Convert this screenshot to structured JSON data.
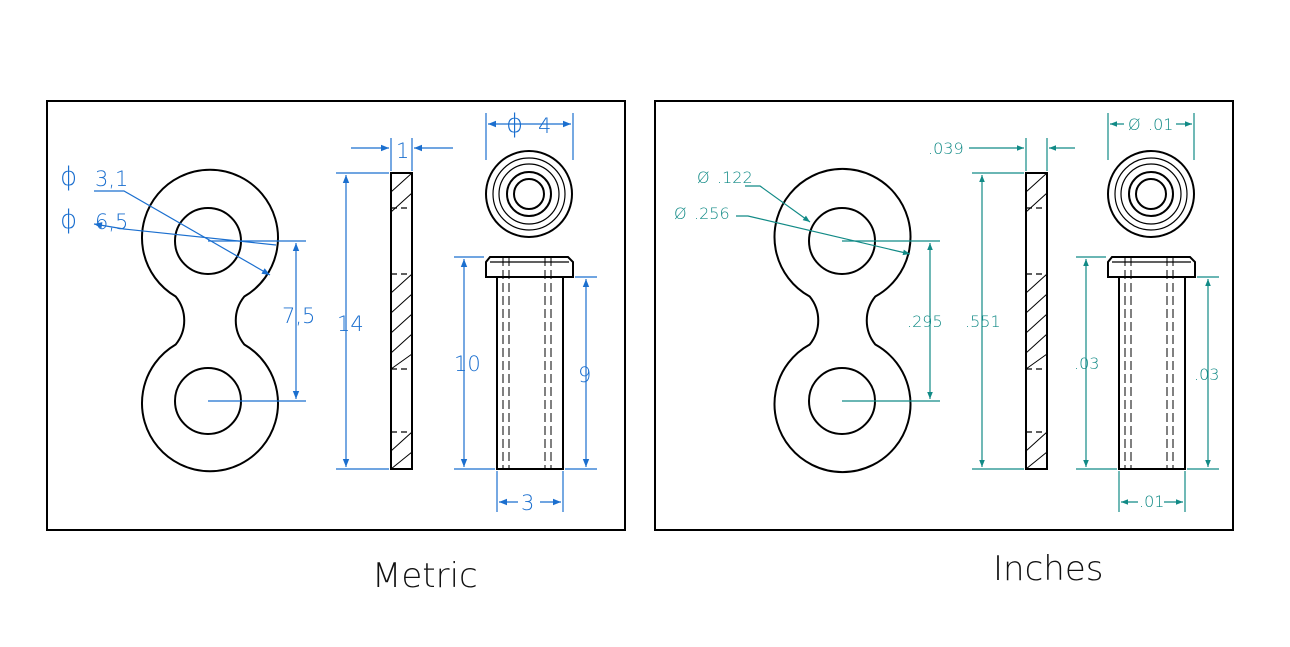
{
  "metric": {
    "caption": "Metric",
    "color": "#1b6fcf",
    "phi_symbol": "ϕ",
    "dim_hole_diameter": "3,1",
    "dim_outer_diameter": "6,5",
    "dim_center_distance": "7,5",
    "dim_length": "14",
    "dim_thickness": "1",
    "dim_bushing_outer_diameter": "4",
    "dim_bushing_height": "10",
    "dim_bushing_body_height": "9",
    "dim_bushing_width": "3"
  },
  "inches": {
    "caption": "Inches",
    "color": "#118a86",
    "phi_symbol": "Ø",
    "dim_hole_diameter": ".122",
    "dim_outer_diameter": ".256",
    "dim_center_distance": ".295",
    "dim_length": ".551",
    "dim_thickness": ".039",
    "dim_bushing_outer_diameter": ".01",
    "dim_bushing_height": ".03",
    "dim_bushing_body_height": ".03",
    "dim_bushing_width": ".01"
  }
}
